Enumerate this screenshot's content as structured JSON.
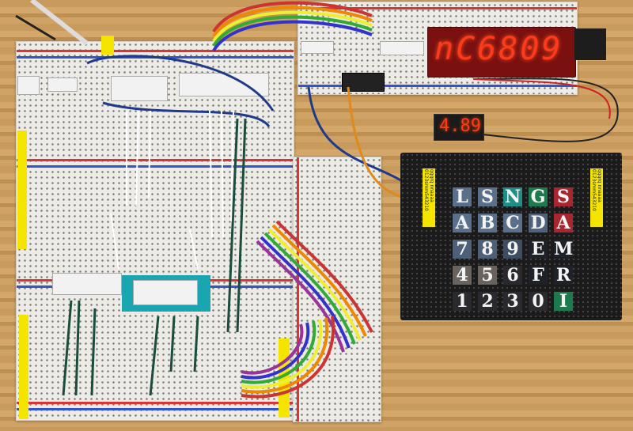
{
  "display": {
    "text": "nC6809",
    "color": "#ff3a1a"
  },
  "voltmeter": {
    "text": "4.89"
  },
  "keypad": {
    "rows": [
      [
        {
          "k": "L",
          "c": "#5a6f8a"
        },
        {
          "k": "S",
          "c": "#5a6f8a"
        },
        {
          "k": "N",
          "c": "#1f8f86"
        },
        {
          "k": "G",
          "c": "#1d7a4e"
        },
        {
          "k": "S",
          "c": "#a82630"
        }
      ],
      [
        {
          "k": "A",
          "c": "#5a6f8a"
        },
        {
          "k": "B",
          "c": "#5a6f8a"
        },
        {
          "k": "C",
          "c": "#5a6f8a"
        },
        {
          "k": "D",
          "c": "#52627a"
        },
        {
          "k": "A",
          "c": "#a82630"
        }
      ],
      [
        {
          "k": "7",
          "c": "#4e5f78"
        },
        {
          "k": "8",
          "c": "#4e5f78"
        },
        {
          "k": "9",
          "c": "#3f4d60"
        },
        {
          "k": "E",
          "c": "#1e2128"
        },
        {
          "k": "M",
          "c": "#1e2128"
        }
      ],
      [
        {
          "k": "4",
          "c": "#6a625c"
        },
        {
          "k": "5",
          "c": "#6a625c"
        },
        {
          "k": "6",
          "c": "#2a2a2e"
        },
        {
          "k": "F",
          "c": "#1e2128"
        },
        {
          "k": "R",
          "c": "#1e2128"
        }
      ],
      [
        {
          "k": "1",
          "c": "#2a2a2e"
        },
        {
          "k": "2",
          "c": "#2a2a2e"
        },
        {
          "k": "3",
          "c": "#2a2a2e"
        },
        {
          "k": "0",
          "c": "#2a2a2e"
        },
        {
          "k": "I",
          "c": "#1d7a4e"
        }
      ]
    ],
    "left_label": "qqqrq nnaaaa 0123smm543210",
    "right_label": "qqqrq nnaaaa 0123smm543210"
  }
}
